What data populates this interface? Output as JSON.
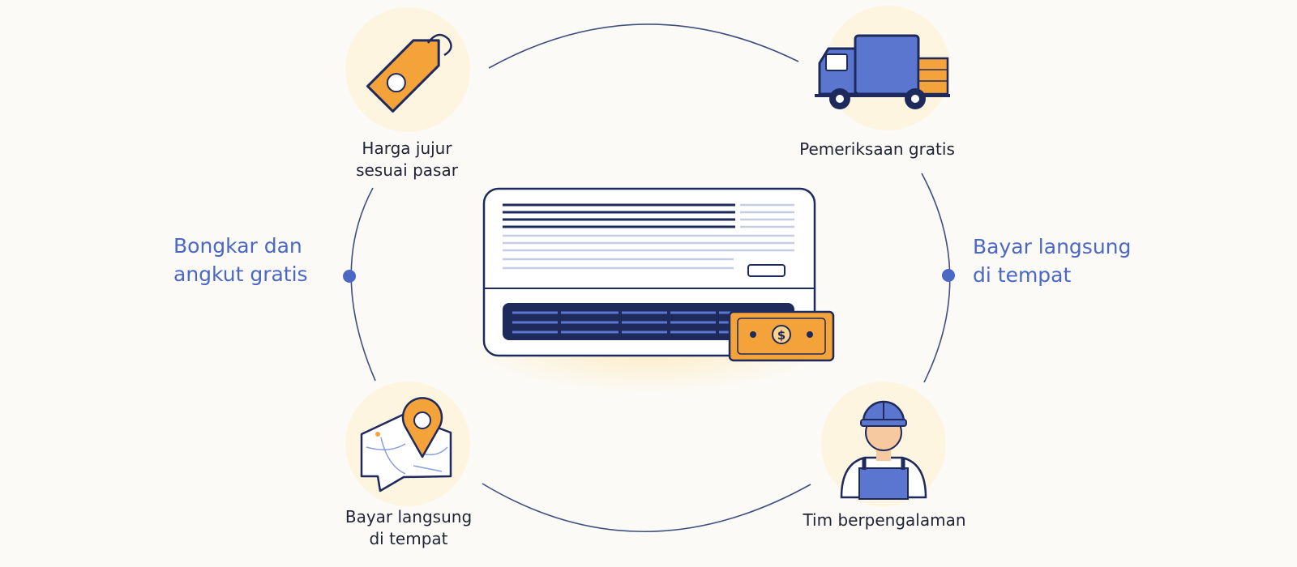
{
  "features": {
    "top_left": {
      "line1": "Harga jujur",
      "line2": "sesuai pasar",
      "icon": "price-tag-icon"
    },
    "top_right": {
      "line1": "Pemeriksaan gratis",
      "icon": "delivery-truck-icon"
    },
    "bottom_left": {
      "line1": "Bayar langsung",
      "line2": "di tempat",
      "icon": "map-pin-icon"
    },
    "bottom_right": {
      "line1": "Tim berpengalaman",
      "icon": "technician-icon"
    }
  },
  "side_labels": {
    "left": {
      "line1": "Bongkar dan",
      "line2": "angkut gratis"
    },
    "right": {
      "line1": "Bayar langsung",
      "line2": "di tempat"
    }
  },
  "center": {
    "icon": "air-conditioner-icon",
    "badge_icon": "banknote-icon",
    "currency_symbol": "$"
  },
  "colors": {
    "accent_blue": "#4a68c4",
    "navy": "#1f2a5c",
    "orange": "#f4a23a",
    "icon_bg": "#fdf5df",
    "text": "#1f2333"
  }
}
